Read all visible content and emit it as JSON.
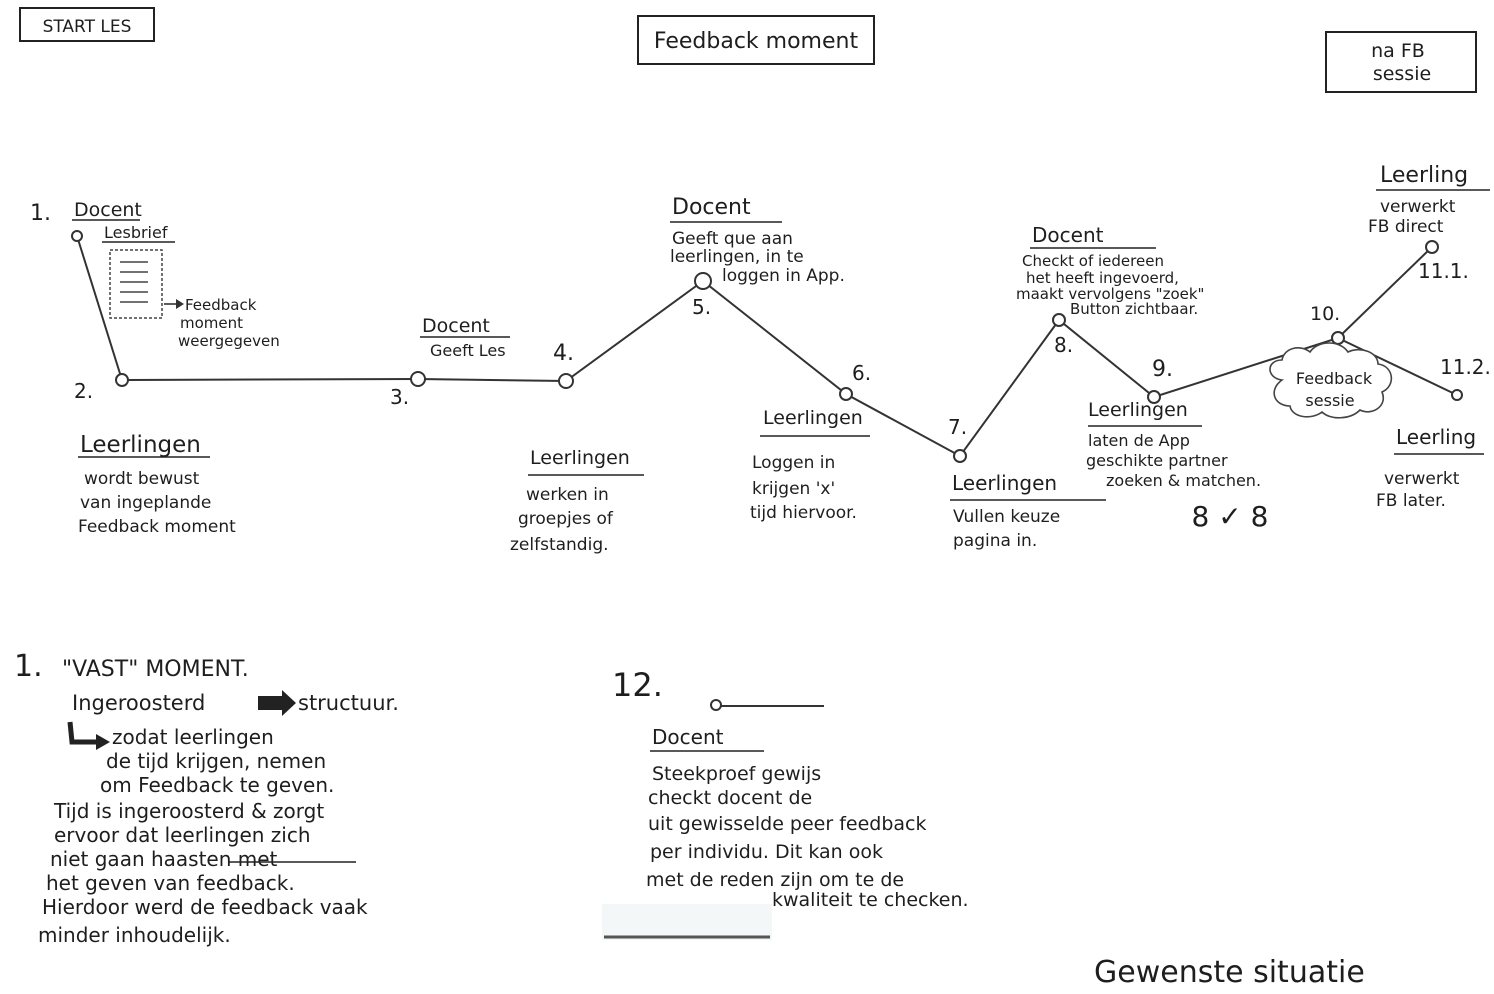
{
  "header": {
    "start": "START LES",
    "title": "Feedback moment",
    "after_line1": "na FB",
    "after_line2": "sessie"
  },
  "steps": [
    {
      "num": "1.",
      "role": "Docent",
      "sub": "Lesbrief"
    },
    {
      "num": "2.",
      "role": "Leerlingen",
      "lines": [
        "wordt bewust",
        "van ingeplande",
        "Feedback moment"
      ]
    },
    {
      "num": "3.",
      "role": "Docent",
      "lines": [
        "Geeft Les"
      ]
    },
    {
      "num": "4.",
      "role": "Leerlingen",
      "lines": [
        "werken in",
        "groepjes of",
        "zelfstandig."
      ]
    },
    {
      "num": "5.",
      "role": "Docent",
      "lines": [
        "Geeft que aan",
        "leerlingen, in te",
        "loggen in App."
      ]
    },
    {
      "num": "6.",
      "role": "Leerlingen",
      "lines": [
        "Loggen in",
        "krijgen 'x'",
        "tijd hiervoor."
      ]
    },
    {
      "num": "7.",
      "role": "Leerlingen",
      "lines": [
        "Vullen keuze",
        "pagina in."
      ]
    },
    {
      "num": "8.",
      "role": "Docent",
      "lines": [
        "Checkt of iedereen",
        "het heeft ingevoerd,",
        "maakt vervolgens \"zoek\"",
        "Button zichtbaar."
      ]
    },
    {
      "num": "9.",
      "role": "Leerlingen",
      "lines": [
        "laten de App",
        "geschikte partner",
        "zoeken & matchen."
      ],
      "extra": "8 ✓ 8"
    },
    {
      "num": "10.",
      "cloud_line1": "Feedback",
      "cloud_line2": "sessie"
    },
    {
      "num": "11.1.",
      "role": "Leerling",
      "lines": [
        "verwerkt",
        "FB direct"
      ]
    },
    {
      "num": "11.2.",
      "role": "Leerling",
      "lines": [
        "verwerkt",
        "FB later."
      ]
    }
  ],
  "lesbrief_note": {
    "lines": [
      "Feedback",
      "moment",
      "weergegeven"
    ]
  },
  "note1": {
    "num": "1.",
    "title": "\"VAST\" MOMENT.",
    "line1_a": "Ingeroosterd",
    "line1_b": "structuur.",
    "lines": [
      "zodat leerlingen",
      "de tijd krijgen, nemen",
      "om Feedback te geven.",
      "Tijd is ingeroosterd & zorgt",
      "ervoor dat leerlingen zich",
      "niet gaan haasten met",
      "het geven van feedback.",
      "Hierdoor werd de feedback vaak",
      "minder inhoudelijk."
    ]
  },
  "note12": {
    "num": "12.",
    "role": "Docent",
    "lines": [
      "Steekproef gewijs",
      "checkt docent de",
      "uit gewisselde peer feedback",
      "per individu. Dit kan ook",
      "met de reden zijn om te de",
      "kwaliteit te checken."
    ]
  },
  "footer": "Gewenste situatie"
}
